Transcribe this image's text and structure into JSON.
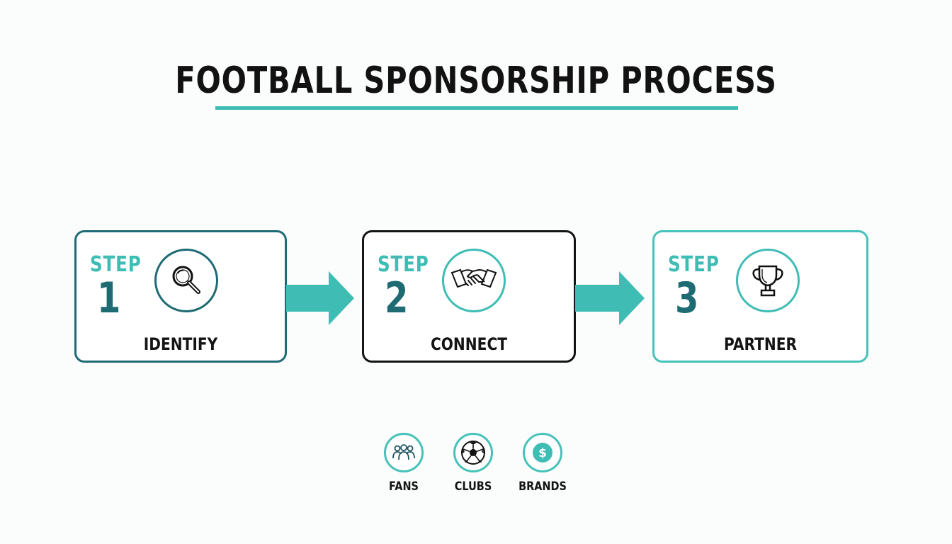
{
  "title": "FOOTBALL SPONSORSHIP PROCESS",
  "colors": {
    "accent": "#3fbdb5",
    "dark_teal": "#1e6b74",
    "mid_teal": "#45c2b9",
    "text": "#141414"
  },
  "steps": [
    {
      "word": "STEP",
      "number": "1",
      "label": "IDENTIFY",
      "icon": "magnifying-glass-icon"
    },
    {
      "word": "STEP",
      "number": "2",
      "label": "CONNECT",
      "icon": "handshake-icon"
    },
    {
      "word": "STEP",
      "number": "3",
      "label": "PARTNER",
      "icon": "trophy-icon"
    }
  ],
  "legend": [
    {
      "label": "FANS",
      "icon": "people-group-icon"
    },
    {
      "label": "CLUBS",
      "icon": "soccer-ball-icon"
    },
    {
      "label": "BRANDS",
      "icon": "dollar-coin-icon"
    }
  ]
}
